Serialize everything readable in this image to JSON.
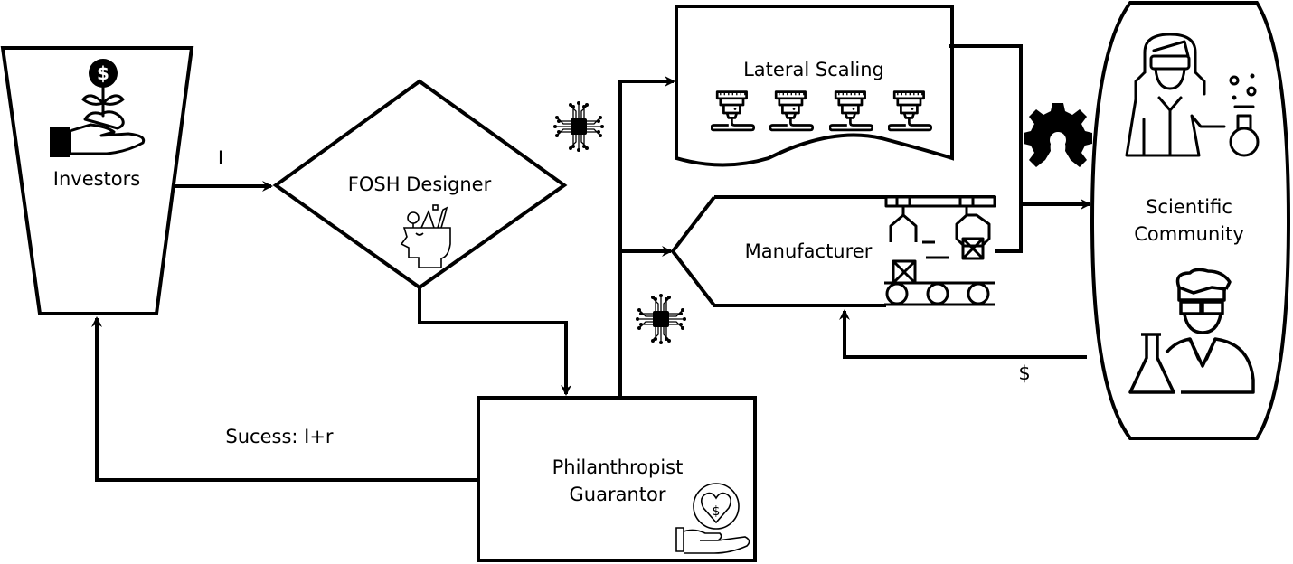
{
  "diagram": {
    "nodes": {
      "investors": {
        "label": "Investors",
        "icon": "money-plant-hand-icon"
      },
      "fosh_designer": {
        "label": "FOSH Designer",
        "icon": "creative-head-icon"
      },
      "lateral_scaling": {
        "label": "Lateral Scaling",
        "icon": "3d-printer-icon"
      },
      "manufacturer": {
        "label": "Manufacturer",
        "icon": "factory-conveyor-icon"
      },
      "scientific_community": {
        "label_line1": "Scientific",
        "label_line2": "Community",
        "icons": [
          "female-scientist-icon",
          "male-scientist-icon"
        ]
      },
      "philanthropist_guarantor": {
        "label_line1": "Philanthropist",
        "label_line2": "Guarantor",
        "icon": "charity-heart-hand-icon"
      }
    },
    "edges": {
      "investors_to_designer": {
        "label": "I"
      },
      "guarantor_to_investors": {
        "label": "Sucess: I+r"
      },
      "community_to_manufacturer": {
        "label": "$"
      }
    },
    "decorations": [
      "chip-icon",
      "chip-icon",
      "open-source-hardware-gear-icon"
    ]
  }
}
